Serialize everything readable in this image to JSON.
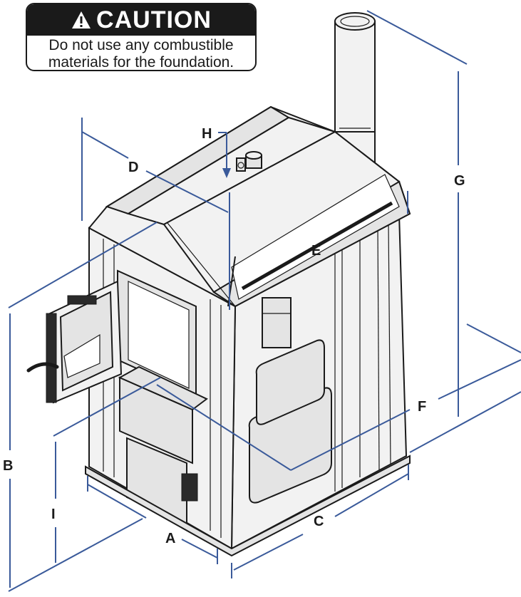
{
  "caution": {
    "title": "CAUTION",
    "message_line1": "Do not use any combustible",
    "message_line2": "materials for the foundation."
  },
  "dimension_labels": {
    "A": "A",
    "B": "B",
    "C": "C",
    "D": "D",
    "E": "E",
    "F": "F",
    "G": "G",
    "H": "H",
    "I": "I"
  },
  "colors": {
    "dimension_lines": "#3a5a9a",
    "linework": "#1a1a1a",
    "caution_bar": "#1a1a1a"
  }
}
